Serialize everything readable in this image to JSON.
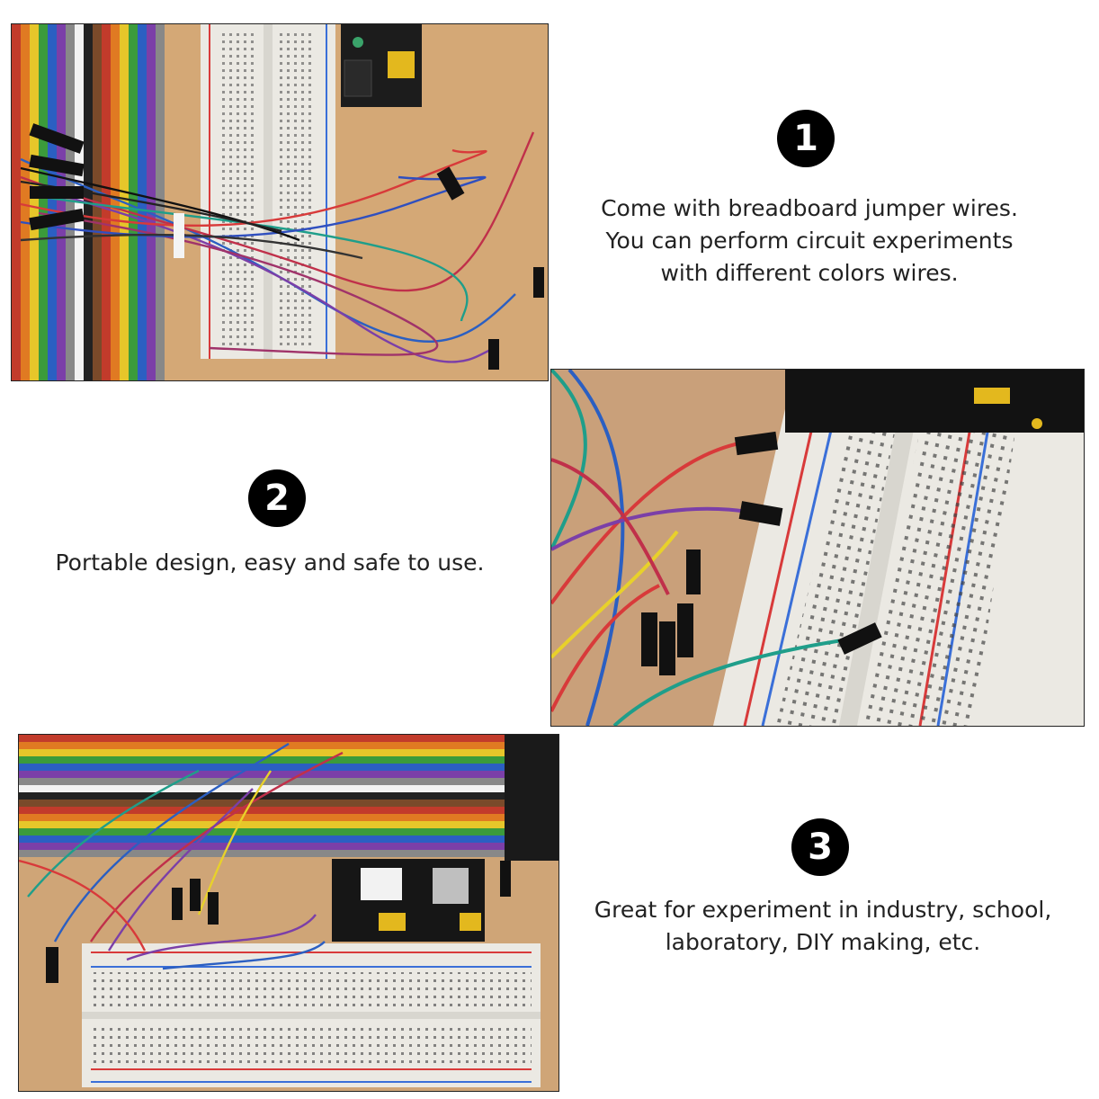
{
  "features": [
    {
      "number": "1",
      "lines": [
        "Come with breadboard jumper wires.",
        "You can perform circuit experiments",
        "with different colors wires."
      ]
    },
    {
      "number": "2",
      "lines": [
        "Portable design, easy and safe to use."
      ]
    },
    {
      "number": "3",
      "lines": [
        "Great for experiment in industry, school,",
        "laboratory, DIY making, etc."
      ]
    }
  ],
  "colors": {
    "wood": "#cfa577",
    "breadboard": "#eceae4",
    "rail_red": "#d83a3a",
    "rail_blue": "#3a6fd8"
  }
}
